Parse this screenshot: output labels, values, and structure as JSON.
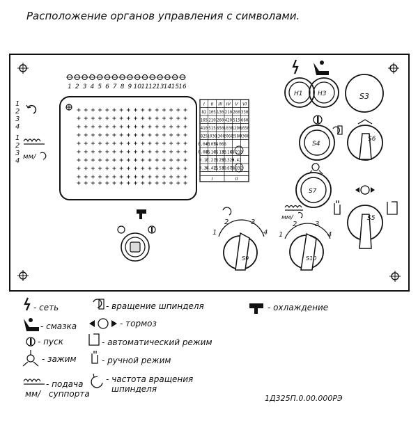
{
  "title": "Расположение     органов управления с символами.",
  "document_code": "1Д325П.0.00.000РЭ",
  "row_numbers": [
    "1",
    "2",
    "3",
    "4",
    "5",
    "6",
    "7",
    "8",
    "9",
    "10",
    "11",
    "12",
    "13",
    "14",
    "15",
    "16"
  ],
  "side_numbers": [
    "1",
    "2",
    "3",
    "4",
    "1",
    "2",
    "3",
    "4"
  ],
  "side_unit": "мм/",
  "speed_table": {
    "headers": [
      "I",
      "II",
      "III",
      "IV",
      "V",
      "VI"
    ],
    "rows": [
      [
        "82",
        "105",
        "130",
        "210",
        "260",
        "330"
      ],
      [
        "165",
        "210",
        "260",
        "420",
        "515",
        "660"
      ],
      [
        "410",
        "515",
        "650",
        "1030",
        "1290",
        "1650"
      ],
      [
        "825",
        "1030",
        "1300",
        "2060",
        "2580",
        "3300"
      ],
      [
        "0.043",
        "0.054",
        "0.068",
        "",
        "",
        ""
      ],
      [
        "0.085",
        "0.106",
        "0.133",
        "0.169",
        "0.210",
        ""
      ],
      [
        "0.17",
        "0.216",
        "0.255",
        "0.320",
        "0.42",
        ""
      ],
      [
        "0.34",
        "0.425",
        "0.530",
        "0.670",
        "0.832",
        ""
      ]
    ],
    "bottom_labels": [
      "I",
      "II"
    ]
  },
  "buttons": {
    "h1": "H1",
    "h3": "H3",
    "s3": "S3",
    "s4": "S4",
    "s5": "S5",
    "s6": "S6",
    "s7": "S7",
    "s9": "S9",
    "s10": "S10"
  },
  "dial_numbers": [
    "1",
    "2",
    "3",
    "4"
  ],
  "legend": {
    "power": "- сеть",
    "lubrication": "- смазка",
    "start": "- пуск",
    "clamp": "- зажим",
    "feed": "- подача",
    "feed_2": "суппорта",
    "feed_unit": "мм/",
    "spindle_rotation": "- вращение шпинделя",
    "brake": "- тормоз",
    "auto_mode": "- автоматический режим",
    "manual_mode": "- ручной режим",
    "spindle_speed": "- частота вращения",
    "spindle_speed_2": "шпинделя",
    "coolant": "- охлаждение"
  }
}
